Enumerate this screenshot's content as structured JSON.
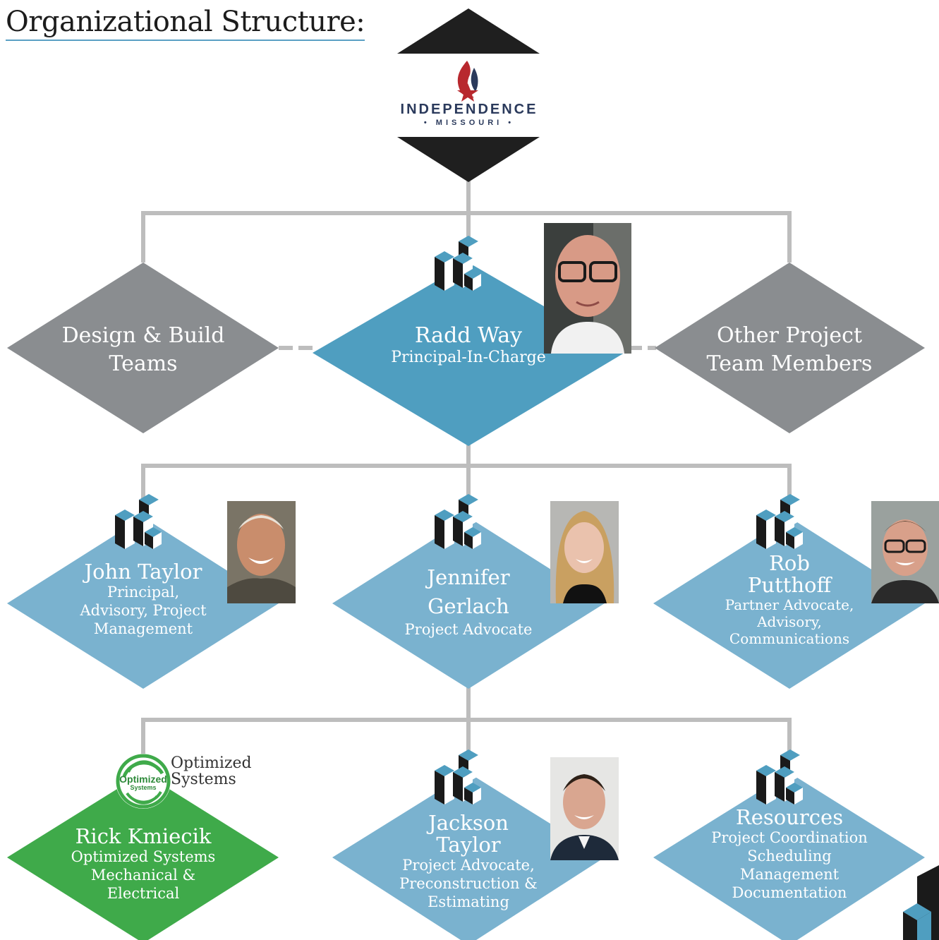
{
  "title": "Organizational Structure:",
  "logo": {
    "line1": "INDEPENDENCE",
    "line2": "• MISSOURI •"
  },
  "colors": {
    "gray": "#8a8d90",
    "blue_dark": "#4f9ec0",
    "blue_light": "#7ab2cf",
    "green": "#3faa4a",
    "connector": "#bdbdbd"
  },
  "nodes": {
    "design": {
      "label1": "Design & Build",
      "label2": "Teams"
    },
    "radd": {
      "name": "Radd Way",
      "role": "Principal-In-Charge"
    },
    "other": {
      "label1": "Other Project",
      "label2": "Team Members"
    },
    "john": {
      "name": "John Taylor",
      "role1": "Principal,",
      "role2": "Advisory, Project",
      "role3": "Management"
    },
    "jennifer": {
      "name1": "Jennifer",
      "name2": "Gerlach",
      "role": "Project Advocate"
    },
    "rob": {
      "name1": "Rob",
      "name2": "Putthoff",
      "role1": "Partner Advocate,",
      "role2": "Advisory,",
      "role3": "Communications"
    },
    "rick": {
      "name": "Rick Kmiecik",
      "role1": "Optimized Systems",
      "role2": "Mechanical &",
      "role3": "Electrical",
      "logo_text": "Optimized",
      "logo_sub": "Systems",
      "brand1": "Optimized",
      "brand2": "Systems"
    },
    "jackson": {
      "name1": "Jackson",
      "name2": "Taylor",
      "role1": "Project Advocate,",
      "role2": "Preconstruction &",
      "role3": "Estimating"
    },
    "resources": {
      "name": "Resources",
      "role1": "Project Coordination",
      "role2": "Scheduling",
      "role3": "Management",
      "role4": "Documentation"
    }
  }
}
